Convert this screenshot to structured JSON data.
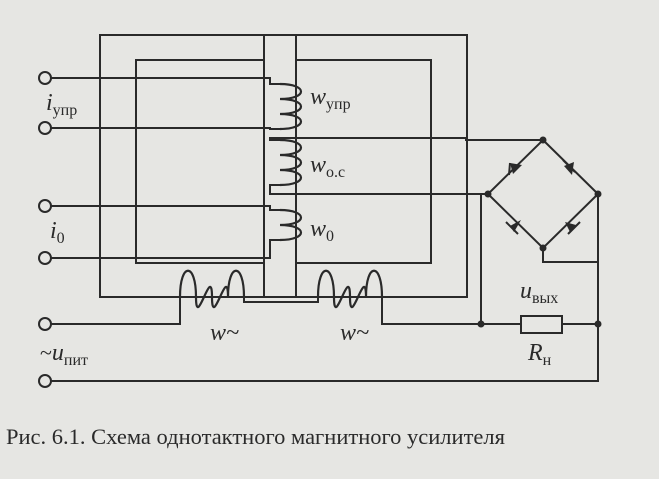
{
  "labels": {
    "i_ctrl": {
      "main": "i",
      "sub": "упр"
    },
    "i_bias": {
      "main": "i",
      "sub": "0"
    },
    "u_supply": {
      "prefix": "~",
      "main": "u",
      "sub": "пит"
    },
    "w_ctrl": {
      "main": "w",
      "sub": "упр"
    },
    "w_fb": {
      "main": "w",
      "sub": "о.с"
    },
    "w_bias": {
      "main": "w",
      "sub": "0"
    },
    "w_ac_left": "w~",
    "w_ac_right": "w~",
    "u_out": {
      "main": "u",
      "sub": "вых"
    },
    "r_load": {
      "main": "R",
      "sub": "н"
    }
  },
  "caption": "Рис. 6.1. Схема однотактного магнитного усилителя"
}
